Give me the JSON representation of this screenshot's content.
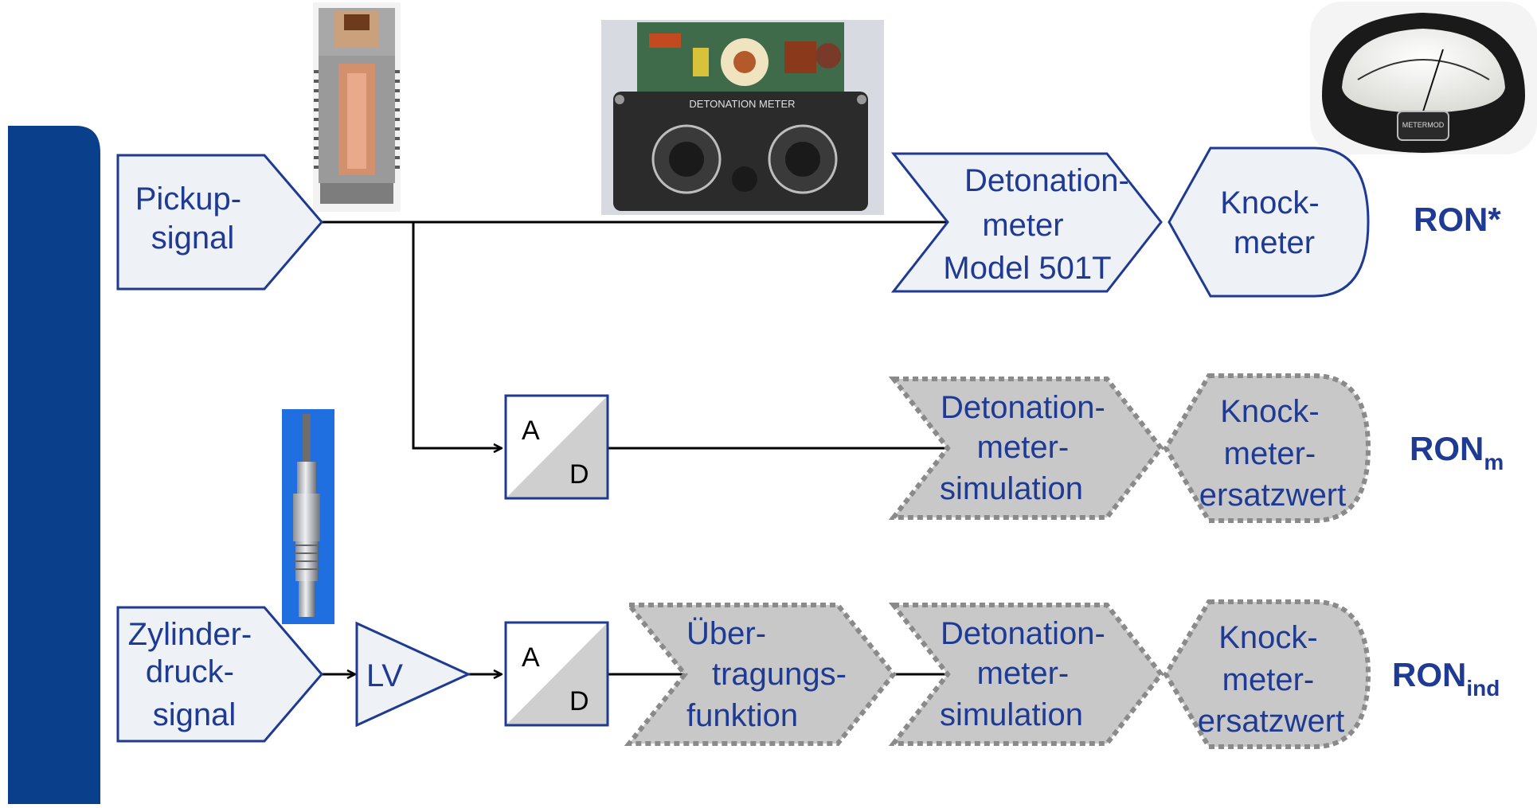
{
  "rows": {
    "pickup": {
      "input_lines": [
        "Pickup-",
        "signal"
      ],
      "detonation_lines": [
        "Detonation-",
        "meter",
        "Model 501T"
      ],
      "knock_lines": [
        "Knock-",
        "meter"
      ],
      "output": "RON*"
    },
    "simulation": {
      "converter": {
        "top": "A",
        "bottom": "D"
      },
      "detonation_lines": [
        "Detonation-",
        "meter-",
        "simulation"
      ],
      "knock_lines": [
        "Knock-",
        "meter-",
        "ersatzwert"
      ],
      "output_main": "RON",
      "output_sub": "m"
    },
    "cylinder": {
      "input_lines": [
        "Zylinder-",
        "druck-",
        "signal"
      ],
      "amplifier": "LV",
      "converter": {
        "top": "A",
        "bottom": "D"
      },
      "transfer_lines": [
        "Über-",
        "tragungs-",
        "funktion"
      ],
      "detonation_lines": [
        "Detonation-",
        "meter-",
        "simulation"
      ],
      "knock_lines": [
        "Knock-",
        "meter-",
        "ersatzwert"
      ],
      "output_main": "RON",
      "output_sub": "ind"
    }
  },
  "colors": {
    "sidebar": "#0a3f8c",
    "text": "#1f3a93",
    "box_fill": "#eef1f6",
    "box_stroke": "#1f3a93",
    "sim_fill": "#c8c8c8",
    "sim_stroke": "#8a8a8a",
    "line": "#000000"
  },
  "photos": {
    "pickup_sensor": "knock-pickup-sensor-photo",
    "detonation_meter": "detonation-meter-device-photo",
    "knockmeter": "knockmeter-gauge-photo",
    "pressure_sensor": "cylinder-pressure-sensor-photo"
  }
}
